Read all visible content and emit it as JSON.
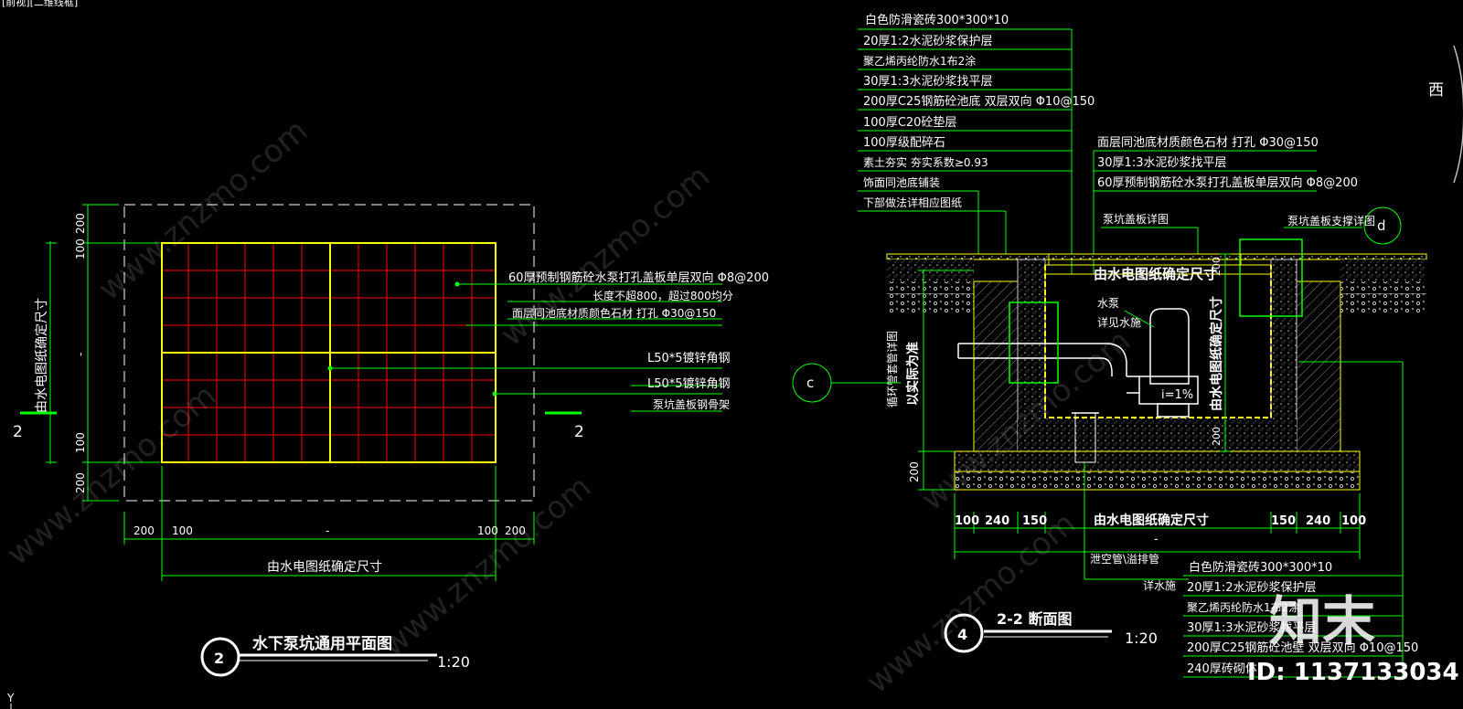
{
  "viewport_label": "[前视][二维线框]",
  "compass_label": "西",
  "axis_y_label": "Y",
  "plan": {
    "left_vertical_label": "由水电图纸确定尺寸",
    "section_mark_left": "2",
    "section_mark_right": "2",
    "dims_left": [
      "200",
      "100",
      "-",
      "100",
      "200"
    ],
    "dims_bottom": [
      "200",
      "100",
      "-",
      "100",
      "200"
    ],
    "bottom_label": "由水电图纸确定尺寸",
    "callouts": [
      "60厚预制钢筋砼水泵打孔盖板单层双向 Φ8@200",
      "长度不超800，超过800均分",
      "面层同池底材质颜色石材  打孔 Φ30@150",
      "L50*5镀锌角钢",
      "L50*5镀锌角钢",
      "泵坑盖板钢骨架"
    ],
    "title_num": "2",
    "title": "水下泵坑通用平面图",
    "scale": "1:20"
  },
  "section": {
    "layers_top": [
      "白色防滑瓷砖300*300*10",
      "20厚1:2水泥砂浆保护层",
      "聚乙烯丙纶防水1布2涂",
      "30厚1:3水泥砂浆找平层",
      "200厚C25钢筋砼池底  双层双向 Φ10@150",
      "100厚C20砼垫层",
      "100厚级配碎石",
      "素土夯实  夯实系数≥0.93",
      "饰面同池底铺装",
      "下部做法详相应图纸"
    ],
    "cover_layers": [
      "面层同池底材质颜色石材  打孔 Φ30@150",
      "30厚1:3水泥砂浆找平层",
      "60厚预制钢筋砼水泵打孔盖板单层双向 Φ8@200"
    ],
    "label_cover_detail": "泵坑盖板详图",
    "label_cover_support": "泵坑盖板支撑详图",
    "detail_d": "d",
    "detail_c": "c",
    "label_circ_pipe": "循环管套管详图",
    "label_actual": "以实际为准",
    "label_top_dim": "由水电图纸确定尺寸",
    "label_pump": "水泵",
    "label_pump_ref": "详见水施",
    "label_slope": "i=1%",
    "label_right_vertical": "由水电图纸确定尺寸",
    "dim_right_top": "200",
    "dim_right_bottom": "200",
    "dim_200_left": "200",
    "dims_bottom": [
      "100",
      "240",
      "150",
      "由水电图纸确定尺寸",
      "150",
      "240",
      "100"
    ],
    "dim_bottom_dash": "-",
    "label_drain": "泄空管\\溢排管",
    "label_drain_ref": "详水施",
    "layers_bottom": [
      "白色防滑瓷砖300*300*10",
      "20厚1:2水泥砂浆保护层",
      "聚乙烯丙纶防水1布2涂",
      "30厚1:3水泥砂浆找平层",
      "200厚C25钢筋砼池壁  双层双向 Φ10@150",
      "240厚砖砌体"
    ],
    "title_num": "4",
    "title": "2-2  断面图",
    "scale": "1:20"
  },
  "watermark": {
    "site": "www.znzmo.com",
    "logo_text": "知末",
    "id_text": "ID: 1137133034"
  },
  "colors": {
    "green": "#00ff00",
    "yellow": "#ffff00",
    "red": "#ff0000",
    "white": "#ffffff",
    "gray": "#bfbfbf"
  }
}
